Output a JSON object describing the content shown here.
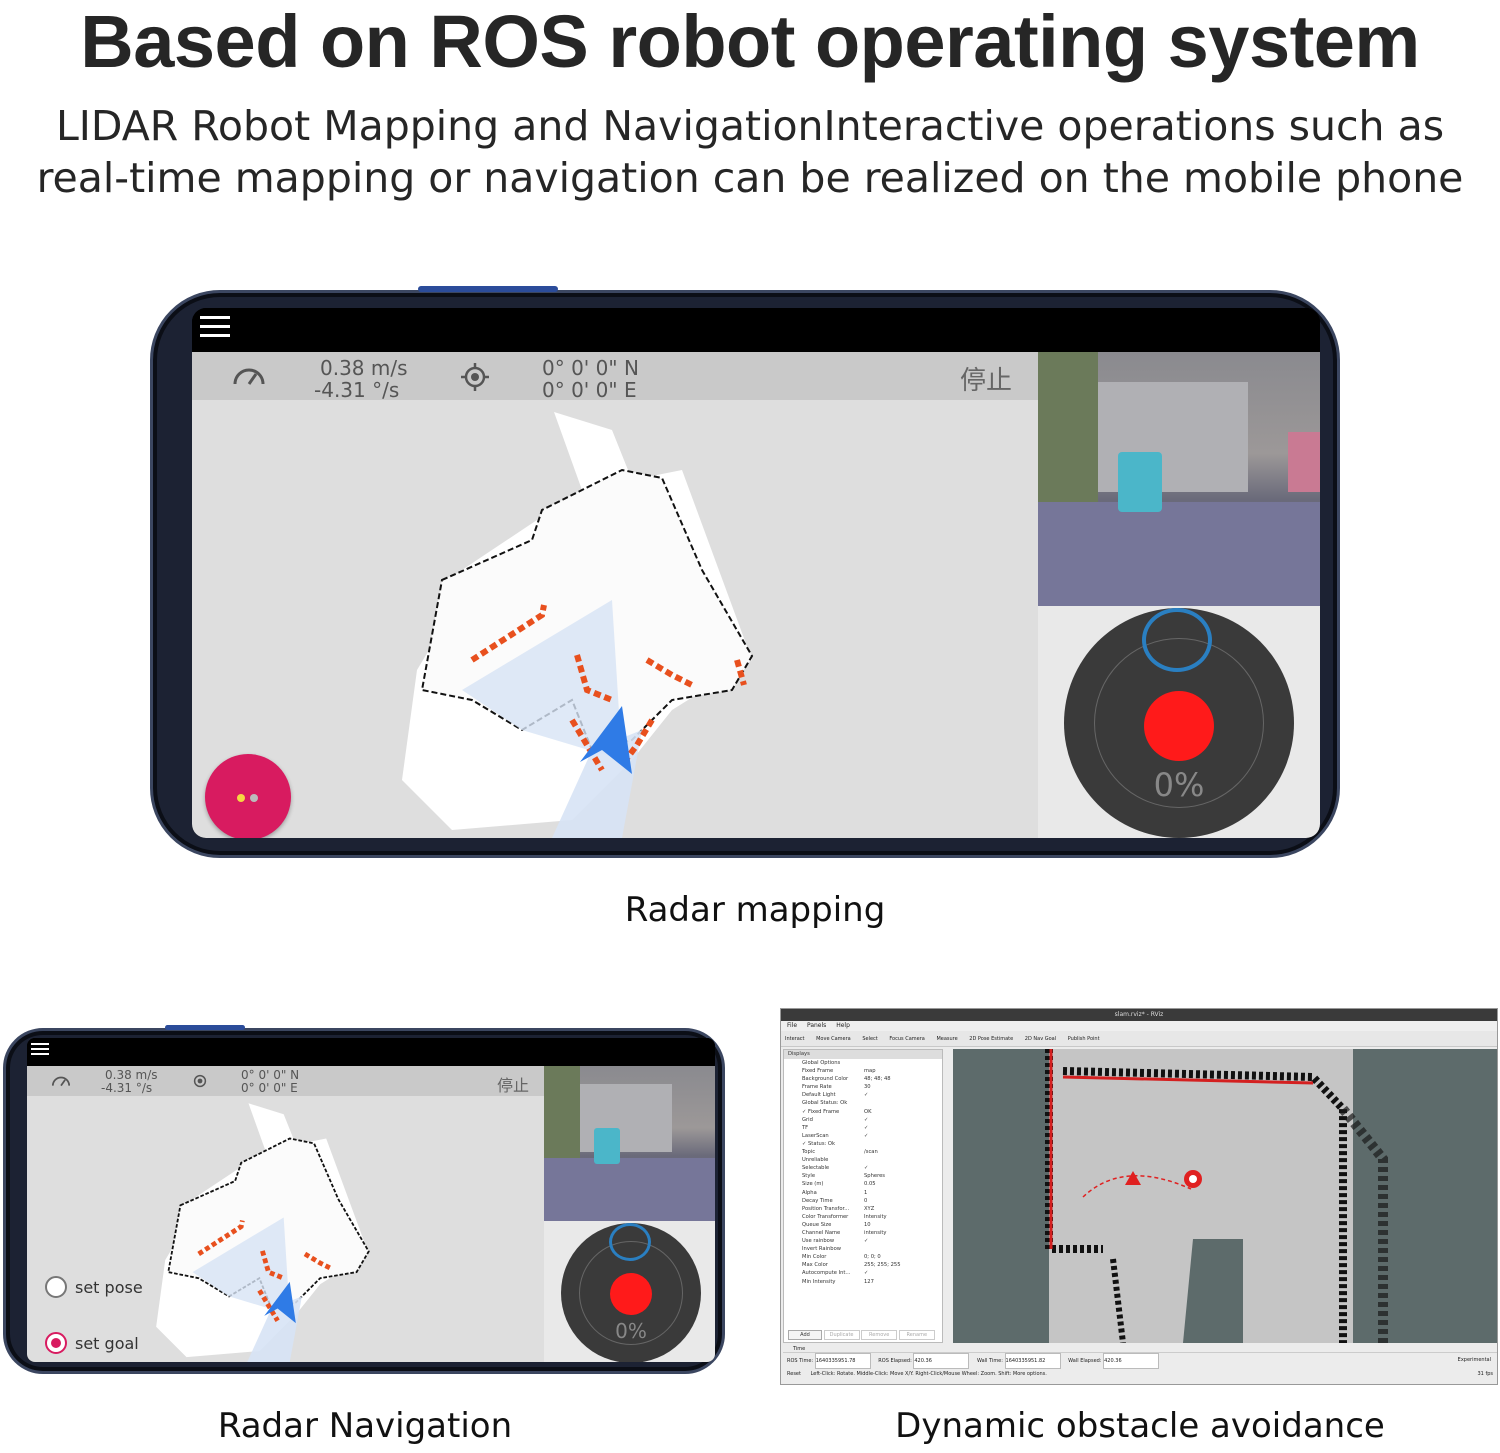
{
  "header": {
    "title": "Based on ROS robot operating system",
    "subtitle_line1": "LIDAR Robot Mapping and NavigationInteractive operations such as",
    "subtitle_line2": "real-time mapping or navigation can be realized on the mobile phone"
  },
  "app": {
    "linear_speed": "0.38 m/s",
    "angular_speed": "-4.31 °/s",
    "latitude": "0° 0' 0\" N",
    "longitude": "0° 0' 0\" E",
    "stop_label": "停止",
    "joystick_percent": "0%",
    "icons": [
      "menu-icon",
      "speedometer-icon",
      "gps-target-icon"
    ]
  },
  "navigation_app": {
    "set_pose_label": "set pose",
    "set_goal_label": "set goal",
    "selected_mode": "set goal"
  },
  "captions": {
    "mapping": "Radar mapping",
    "navigation": "Radar Navigation",
    "avoidance": "Dynamic obstacle avoidance"
  },
  "rviz": {
    "window_title": "slam.rviz* - RViz",
    "menu": [
      "File",
      "Panels",
      "Help"
    ],
    "toolbar": [
      "Interact",
      "Move Camera",
      "Select",
      "Focus Camera",
      "Measure",
      "2D Pose Estimate",
      "2D Nav Goal",
      "Publish Point"
    ],
    "displays_title": "Displays",
    "properties": [
      {
        "k": "Global Options",
        "v": ""
      },
      {
        "k": "Fixed Frame",
        "v": "map"
      },
      {
        "k": "Background Color",
        "v": "48; 48; 48"
      },
      {
        "k": "Frame Rate",
        "v": "30"
      },
      {
        "k": "Default Light",
        "v": "✓"
      },
      {
        "k": "Global Status: Ok",
        "v": ""
      },
      {
        "k": "✓ Fixed Frame",
        "v": "OK"
      },
      {
        "k": "Grid",
        "v": "✓"
      },
      {
        "k": "TF",
        "v": "✓"
      },
      {
        "k": "LaserScan",
        "v": "✓"
      },
      {
        "k": "✓ Status: Ok",
        "v": ""
      },
      {
        "k": "Topic",
        "v": "/scan"
      },
      {
        "k": "Unreliable",
        "v": ""
      },
      {
        "k": "Selectable",
        "v": "✓"
      },
      {
        "k": "Style",
        "v": "Spheres"
      },
      {
        "k": "Size (m)",
        "v": "0.05"
      },
      {
        "k": "Alpha",
        "v": "1"
      },
      {
        "k": "Decay Time",
        "v": "0"
      },
      {
        "k": "Position Transfor...",
        "v": "XYZ"
      },
      {
        "k": "Color Transformer",
        "v": "Intensity"
      },
      {
        "k": "Queue Size",
        "v": "10"
      },
      {
        "k": "Channel Name",
        "v": "intensity"
      },
      {
        "k": "Use rainbow",
        "v": "✓"
      },
      {
        "k": "Invert Rainbow",
        "v": ""
      },
      {
        "k": "Min Color",
        "v": "0; 0; 0"
      },
      {
        "k": "Max Color",
        "v": "255; 255; 255"
      },
      {
        "k": "Autocompute Int...",
        "v": "✓"
      },
      {
        "k": "Min Intensity",
        "v": "127"
      }
    ],
    "buttons": [
      "Add",
      "Duplicate",
      "Remove",
      "Rename"
    ],
    "time_title": "Time",
    "ros_time_label": "ROS Time:",
    "ros_time": "1640335951.78",
    "ros_elapsed_label": "ROS Elapsed:",
    "ros_elapsed": "420.36",
    "wall_time_label": "Wall Time:",
    "wall_time": "1640335951.82",
    "wall_elapsed_label": "Wall Elapsed:",
    "wall_elapsed": "420.36",
    "experimental": "Experimental",
    "reset": "Reset",
    "hint": "Left-Click: Rotate. Middle-Click: Move X/Y. Right-Click/Mouse Wheel: Zoom. Shift: More options.",
    "fps": "31 fps"
  }
}
